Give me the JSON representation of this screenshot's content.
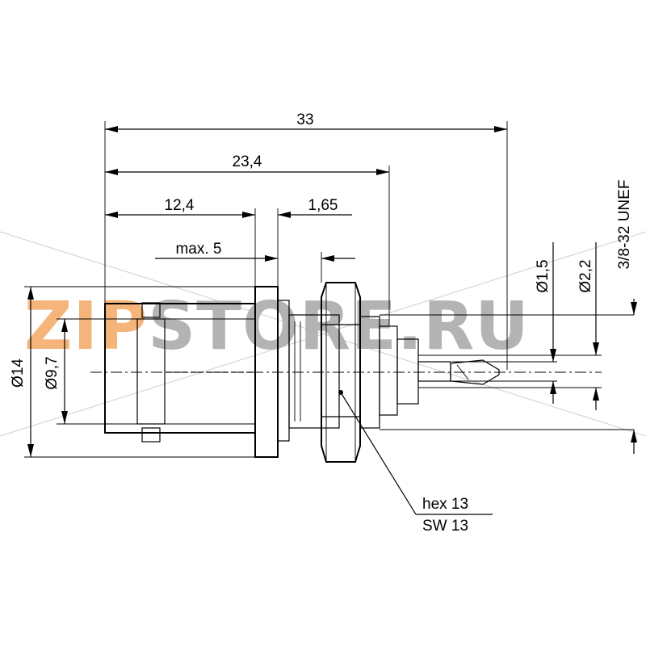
{
  "watermark": {
    "text_orange": "ZIP",
    "text_gray": "STORE.RU",
    "color_orange": "#f4b47a",
    "color_gray": "#b3b3b3"
  },
  "dimensions": {
    "overall_length": "33",
    "length_23_4": "23,4",
    "length_12_4": "12,4",
    "length_1_65": "1,65",
    "max_5": "max. 5",
    "dia_14": "Ø14",
    "dia_9_7": "Ø9,7",
    "dia_1_5": "Ø1,5",
    "dia_2_2": "Ø2,2",
    "thread": "3/8-32 UNEF"
  },
  "callout": {
    "hex": "hex 13",
    "sw": "SW 13"
  }
}
